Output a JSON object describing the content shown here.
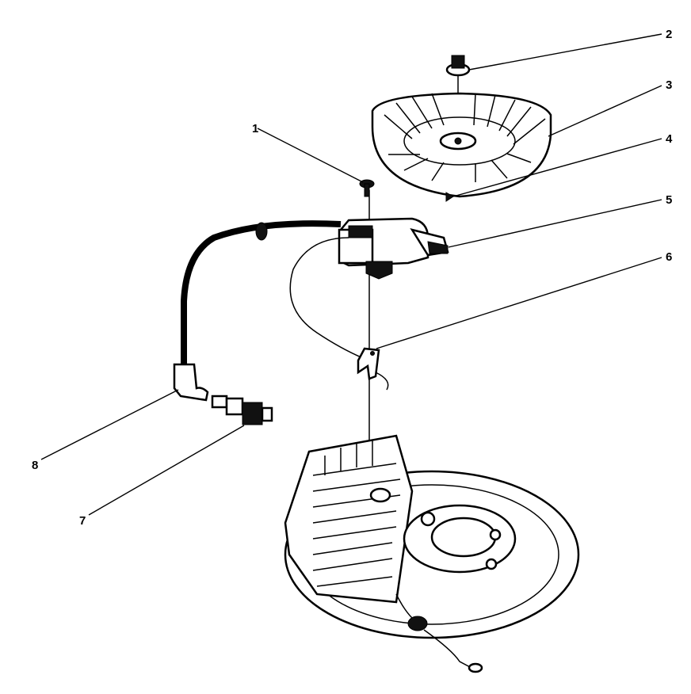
{
  "callouts": [
    {
      "id": "1",
      "part": "screw"
    },
    {
      "id": "2",
      "part": "nut"
    },
    {
      "id": "3",
      "part": "flywheel"
    },
    {
      "id": "4",
      "part": "key"
    },
    {
      "id": "5",
      "part": "ignition-coil"
    },
    {
      "id": "6",
      "part": "clip"
    },
    {
      "id": "7",
      "part": "spark-plug"
    },
    {
      "id": "8",
      "part": "spark-plug-boot"
    }
  ]
}
